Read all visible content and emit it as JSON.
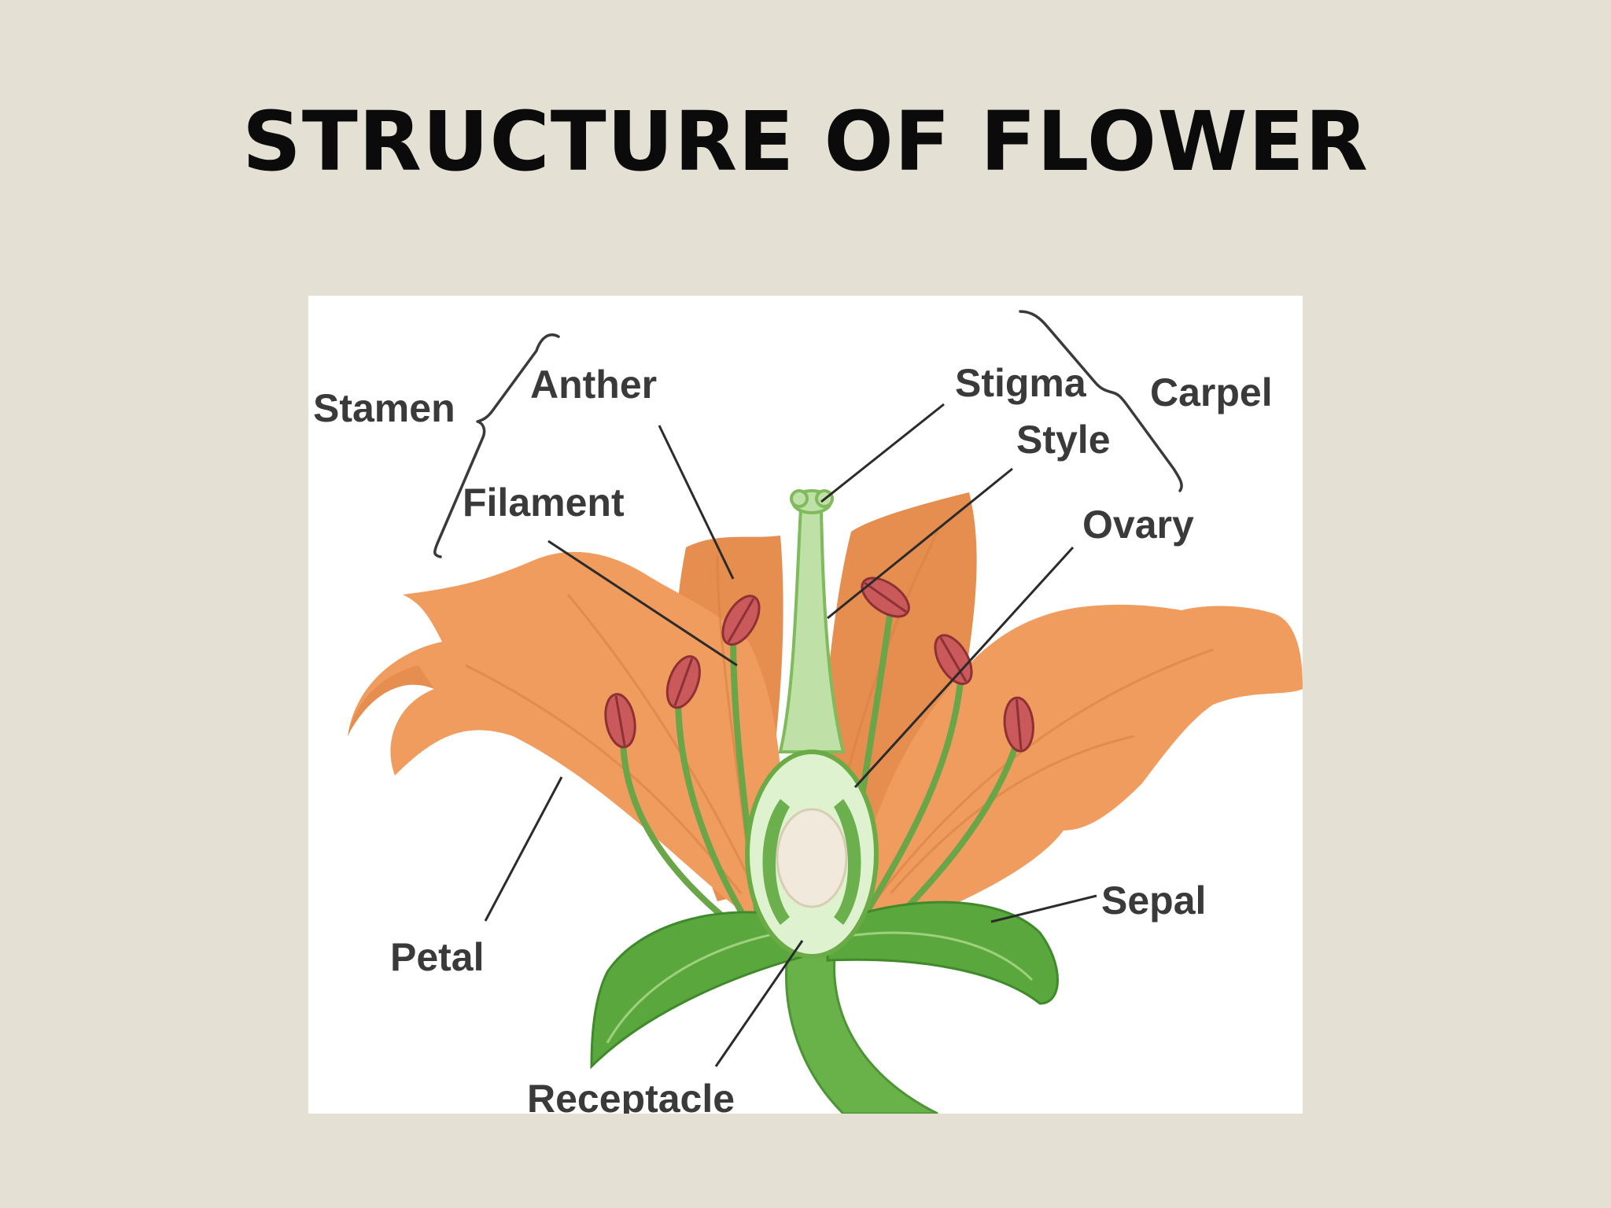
{
  "title": "STRUCTURE OF FLOWER",
  "labels": {
    "stamen": "Stamen",
    "anther": "Anther",
    "filament": "Filament",
    "stigma": "Stigma",
    "style": "Style",
    "carpel": "Carpel",
    "ovary": "Ovary",
    "petal": "Petal",
    "sepal": "Sepal",
    "receptacle": "Receptacle"
  },
  "colors": {
    "background": "#e4e0d3",
    "panel": "#ffffff",
    "petal": "#f3a86c",
    "anther": "#c9595b",
    "green": "#5aa83d",
    "label_text": "#3a3a3a",
    "title_text": "#0b0b0b"
  }
}
